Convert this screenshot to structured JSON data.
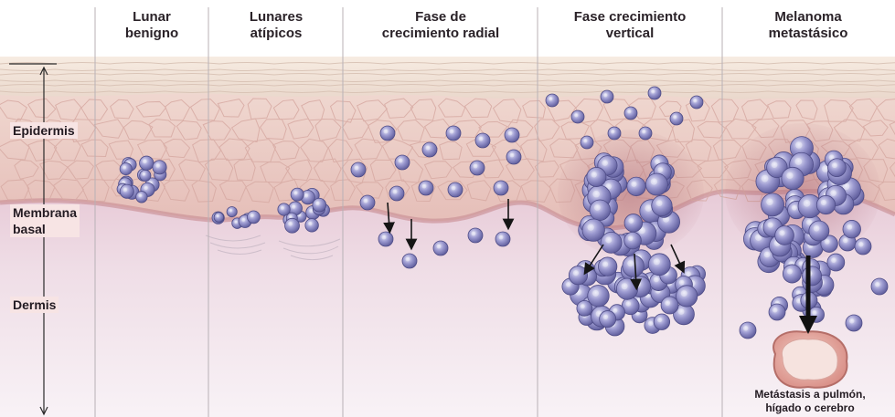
{
  "stages": [
    {
      "label": "Lunar\nbenigno"
    },
    {
      "label": "Lunares\natípicos"
    },
    {
      "label": "Fase de\ncrecimiento radial"
    },
    {
      "label": "Fase crecimiento\nvertical"
    },
    {
      "label": "Melanoma\nmetastásico"
    }
  ],
  "layers": {
    "epidermis": "Epidermis",
    "membrana": "Membrana\nbasal",
    "dermis": "Dermis"
  },
  "metastasis_note": "Metástasis a pulmón,\nhígado o cerebro",
  "colors": {
    "dermis": "#f1e4ea",
    "epidermis": "#eccbc6",
    "cell_outline": "#d7aaa3",
    "melanoma_cell": "#7a78b8",
    "divider": "#b8b1b6"
  }
}
